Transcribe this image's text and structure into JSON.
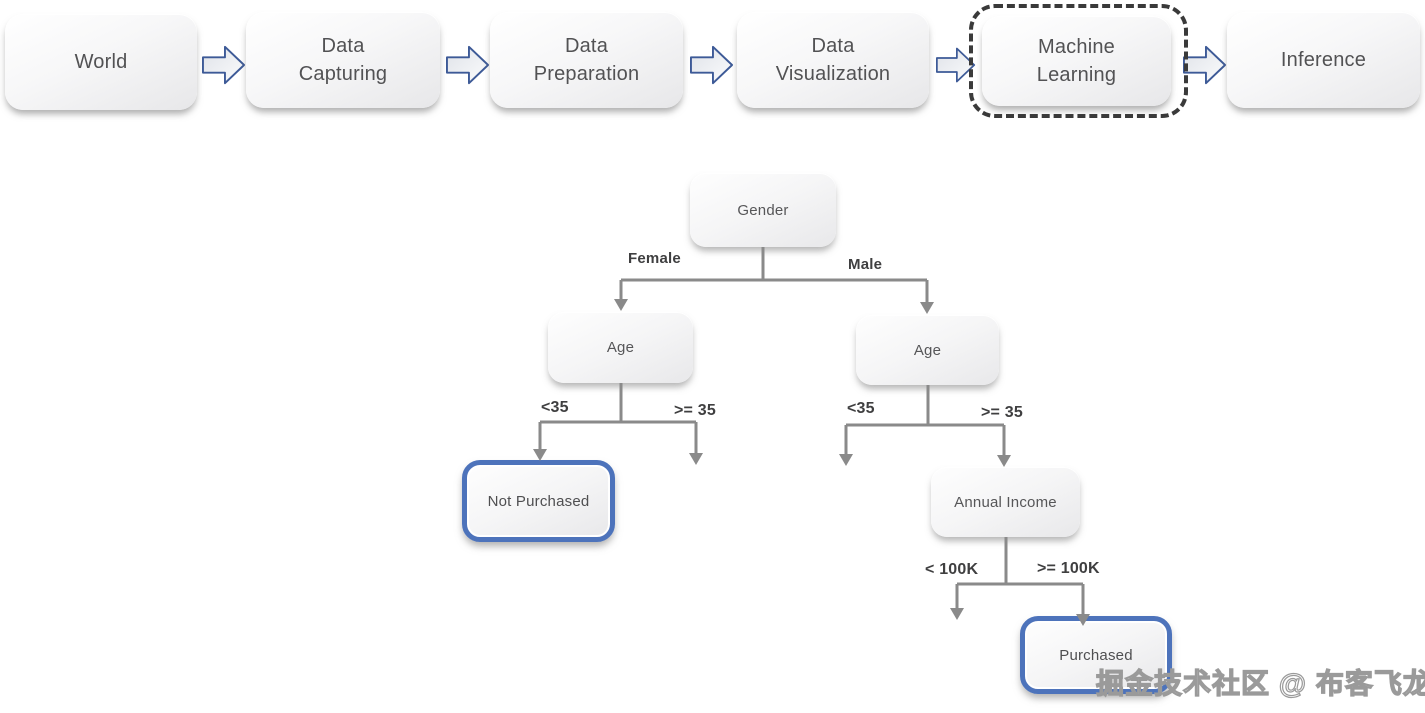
{
  "pipeline": {
    "steps": [
      {
        "label": "World",
        "highlighted": false
      },
      {
        "label": "Data Capturing",
        "highlighted": false
      },
      {
        "label": "Data Preparation",
        "highlighted": false
      },
      {
        "label": "Data Visualization",
        "highlighted": false
      },
      {
        "label": "Machine Learning",
        "highlighted": true
      },
      {
        "label": "Inference",
        "highlighted": false
      }
    ]
  },
  "tree": {
    "nodes": {
      "root": "Gender",
      "left_child": "Age",
      "right_child": "Age",
      "right_grandchild": "Annual Income",
      "leaf_not_purchased": "Not Purchased",
      "leaf_purchased": "Purchased"
    },
    "edges": {
      "female": "Female",
      "male": "Male",
      "left_under_35": "<35",
      "left_35_or_over": ">= 35",
      "right_under_35": "<35",
      "right_35_or_over": ">= 35",
      "under_100k": "< 100K",
      "over_100k": ">= 100K"
    }
  },
  "watermark": "掘金技术社区 @ 布客飞龙",
  "colors": {
    "leaf_border": "#4d73bb",
    "dashed_highlight": "#3a3a3a",
    "connector": "#8a8a8a",
    "flow_arrow_outline": "#3d5a97",
    "node_text": "#525254"
  }
}
